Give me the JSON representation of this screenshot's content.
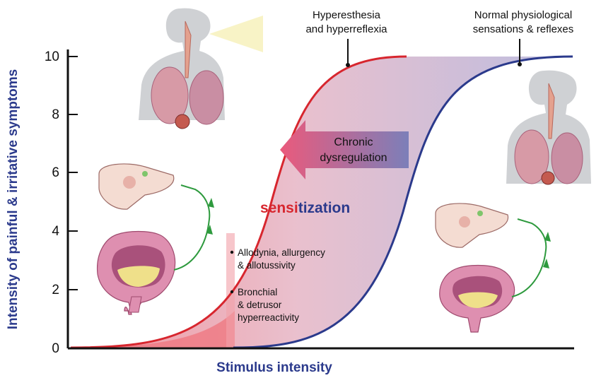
{
  "axes": {
    "y_label": "Intensity of painful & irritative symptoms",
    "x_label": "Stimulus intensity",
    "y_ticks": [
      "0",
      "2",
      "4",
      "6",
      "8",
      "10"
    ]
  },
  "annotations": {
    "top_left": [
      "Hyperesthesia",
      "and hyperreflexia"
    ],
    "top_right": [
      "Normal physiological",
      "sensations & reflexes"
    ],
    "arrow": [
      "Chronic",
      "dysregulation"
    ],
    "sensitization": {
      "part1": "sensi",
      "part2": "tization"
    },
    "bullets": [
      {
        "lines": [
          "Allodynia, allurgency",
          "& allotussivity"
        ]
      },
      {
        "lines": [
          "Bronchial",
          "& detrusor",
          "hyperreactivity"
        ]
      }
    ]
  },
  "colors": {
    "axis": "#2b3a8c",
    "sensitized_curve": "#d7262e",
    "normal_curve": "#2b3a8c",
    "arrow_gradient_start": "#e8587a",
    "arrow_gradient_end": "#7d7fb8",
    "reflex_arc": "#2e9a3e"
  },
  "icons": [
    "human-lungs-irritated-icon",
    "human-lungs-normal-icon",
    "bladder-spinal-reflex-sensitized-icon",
    "bladder-spinal-reflex-normal-icon"
  ]
}
